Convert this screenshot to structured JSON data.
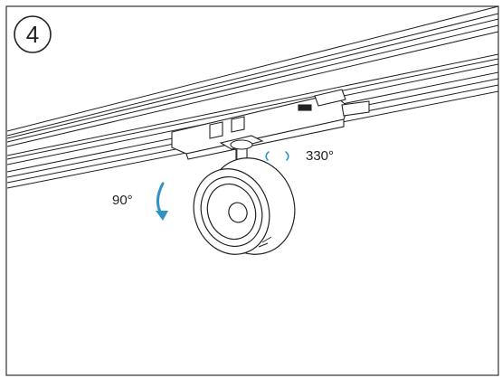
{
  "step_number": "4",
  "tilt_label": "90°",
  "rotation_label": "330°",
  "colors": {
    "line": "#222222",
    "arrow": "#2f93c7",
    "frame": "#333333",
    "background": "#ffffff"
  },
  "icons": {
    "tilt_arrow": "curved-arrow-down",
    "rotation_arrows": "bracket-arrows"
  }
}
